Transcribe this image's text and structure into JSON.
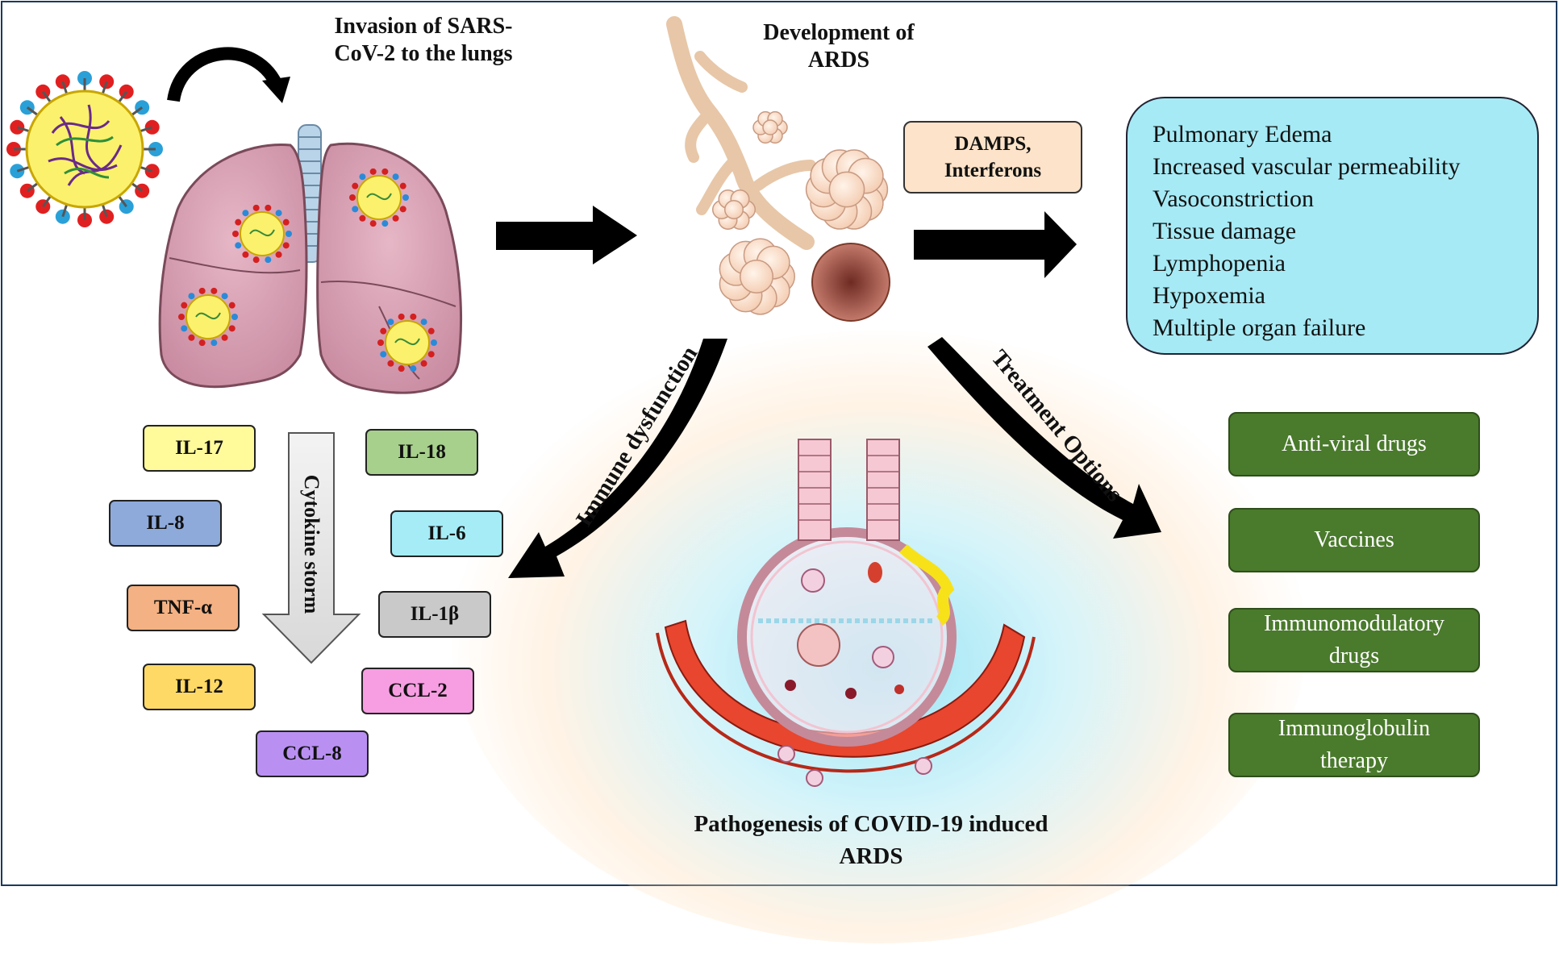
{
  "titles": {
    "invasion": [
      "Invasion of SARS-",
      "CoV-2 to the lungs"
    ],
    "ards": [
      "Development of",
      "ARDS"
    ],
    "pathogenesis": [
      "Pathogenesis of COVID-19 induced",
      "ARDS"
    ]
  },
  "mediators": [
    "DAMPS,",
    "Interferons"
  ],
  "effects": [
    "Pulmonary Edema",
    "Increased vascular permeability",
    "Vasoconstriction",
    "Tissue damage",
    "Lymphopenia",
    "Hypoxemia",
    "Multiple organ failure"
  ],
  "cytokine_storm_label": "Cytokine storm",
  "cytokines": [
    {
      "label": "IL-17",
      "color": "#fffb9b"
    },
    {
      "label": "IL-18",
      "color": "#a8d08d"
    },
    {
      "label": "IL-8",
      "color": "#8eaadb"
    },
    {
      "label": "IL-6",
      "color": "#a5ecf7"
    },
    {
      "label": "TNF-α",
      "color": "#f4b183"
    },
    {
      "label": "IL-1β",
      "color": "#c9c9c9"
    },
    {
      "label": "IL-12",
      "color": "#ffd966"
    },
    {
      "label": "CCL-2",
      "color": "#f79ee2"
    },
    {
      "label": "CCL-8",
      "color": "#b990f2"
    }
  ],
  "arrow_labels": {
    "immune": "Immune dysfunction",
    "treatment": "Treatment Options"
  },
  "treatments": [
    [
      "Anti-viral drugs"
    ],
    [
      "Vaccines"
    ],
    [
      "Immunomodulatory",
      "drugs"
    ],
    [
      "Immunoglobulin",
      "therapy"
    ]
  ],
  "colors": {
    "frame": "#1b3a5c",
    "treatment_box": "#4a7a2c",
    "effects_box": "#a6eaf5",
    "mediators_box": "#fde3c9",
    "lung": "#d9a5b6",
    "vessel": "#e8462e",
    "virus_spike": "#e02020"
  }
}
